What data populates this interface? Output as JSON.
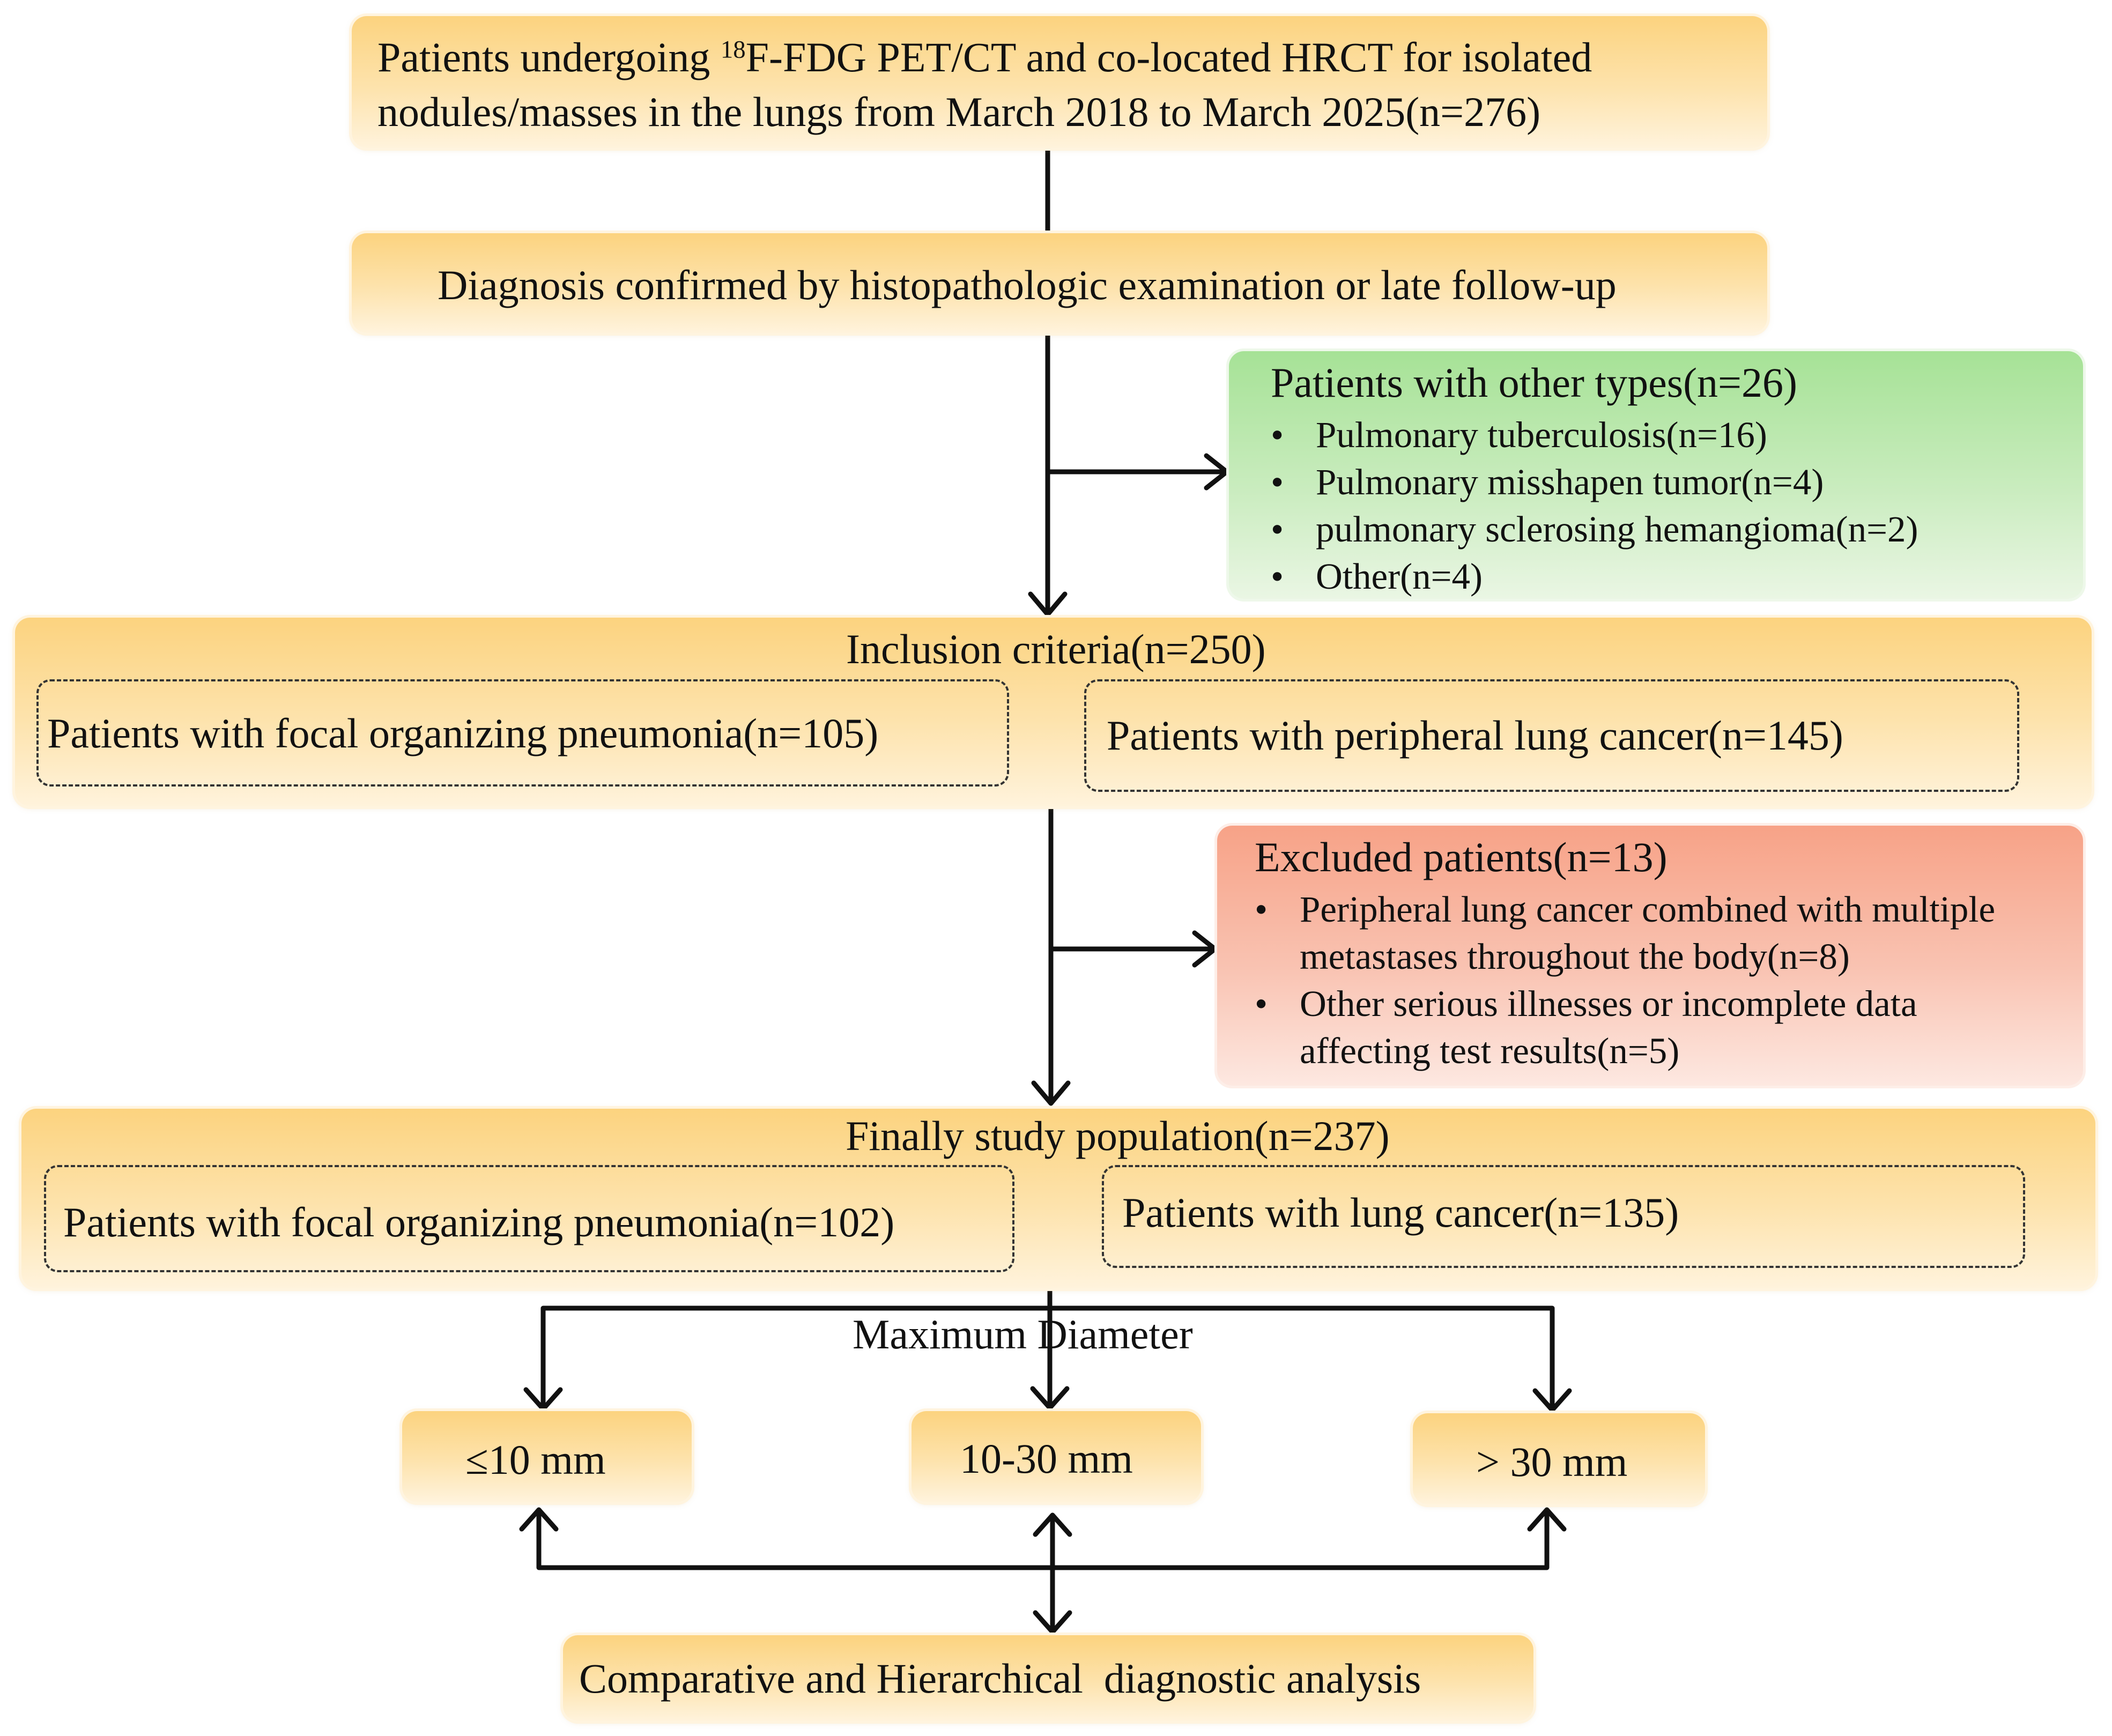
{
  "box1": {
    "line1_prefix": "Patients undergoing ",
    "line1_sup": "18",
    "line1_suffix": "F-FDG PET/CT and co-located HRCT for isolated",
    "line2": "nodules/masses in the lungs from March 2018 to March 2025(n=276)"
  },
  "box2": {
    "text": "Diagnosis confirmed by histopathologic examination or late follow-up"
  },
  "other_types": {
    "title": "Patients with other types(n=26)",
    "items": [
      "Pulmonary tuberculosis(n=16)",
      "Pulmonary misshapen tumor(n=4)",
      "pulmonary sclerosing hemangioma(n=2)",
      "Other(n=4)"
    ]
  },
  "inclusion": {
    "title": "Inclusion criteria(n=250)",
    "left": "Patients with focal organizing pneumonia(n=105)",
    "right": "Patients with peripheral lung cancer(n=145)"
  },
  "excluded": {
    "title": "Excluded patients(n=13)",
    "items": [
      [
        "Peripheral lung cancer combined with multiple",
        "metastases throughout the body(n=8)"
      ],
      [
        "Other serious illnesses or incomplete data",
        "affecting test results(n=5)"
      ]
    ]
  },
  "final": {
    "title": "Finally study population(n=237)",
    "left": "Patients with focal organizing pneumonia(n=102)",
    "right": "Patients with lung cancer(n=135)"
  },
  "diameter": {
    "label": "Maximum Diameter",
    "groups": [
      "≤10 mm",
      "10-30 mm",
      "> 30 mm"
    ]
  },
  "analysis": {
    "text": "Comparative and Hierarchical  diagnostic analysis"
  },
  "colors": {
    "yellow": "#fcd37f",
    "green": "#a6e296",
    "red": "#f7a287",
    "line": "#111111"
  }
}
